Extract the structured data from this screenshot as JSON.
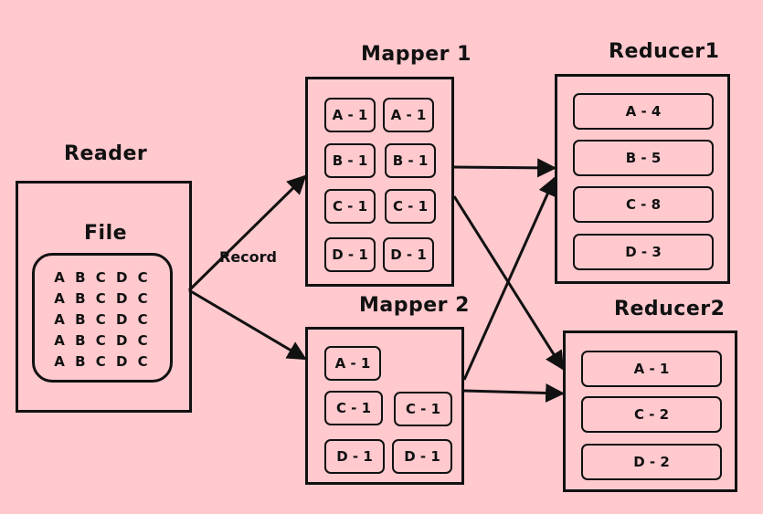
{
  "reader": {
    "title": "Reader",
    "file_title": "File",
    "file_lines": [
      "A B C D C",
      "A B C D C",
      "A B C D C",
      "A B C D C",
      "A B C D C"
    ]
  },
  "edge_label": "Record",
  "mapper1": {
    "title": "Mapper 1",
    "chips": [
      "A - 1",
      "A - 1",
      "B - 1",
      "B - 1",
      "C - 1",
      "C - 1",
      "D - 1",
      "D - 1"
    ]
  },
  "mapper2": {
    "title": "Mapper 2",
    "chips": [
      "A - 1",
      "C - 1",
      "C - 1",
      "D - 1",
      "D - 1"
    ]
  },
  "reducer1": {
    "title": "Reducer1",
    "rows": [
      "A - 4",
      "B - 5",
      "C - 8",
      "D - 3"
    ]
  },
  "reducer2": {
    "title": "Reducer2",
    "rows": [
      "A - 1",
      "C - 2",
      "D - 2"
    ]
  }
}
